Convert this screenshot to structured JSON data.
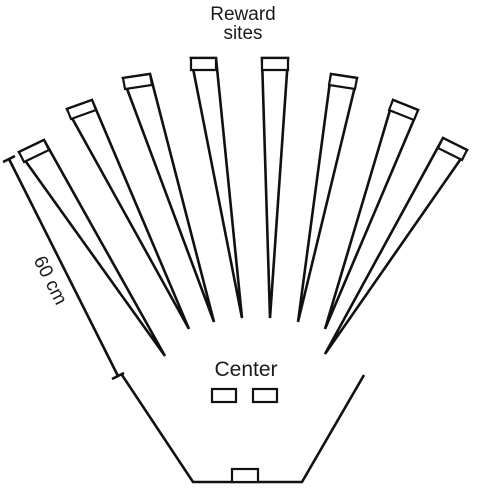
{
  "labels": {
    "reward_line1": "Reward",
    "reward_line2": "sites",
    "center": "Center",
    "scale": "60 cm"
  },
  "arms": [
    {
      "id": 1
    },
    {
      "id": 2
    },
    {
      "id": 3
    },
    {
      "id": 4
    },
    {
      "id": 5
    },
    {
      "id": 6
    },
    {
      "id": 7
    },
    {
      "id": 8
    }
  ],
  "colors": {
    "line": "#111111",
    "background": "#ffffff"
  }
}
